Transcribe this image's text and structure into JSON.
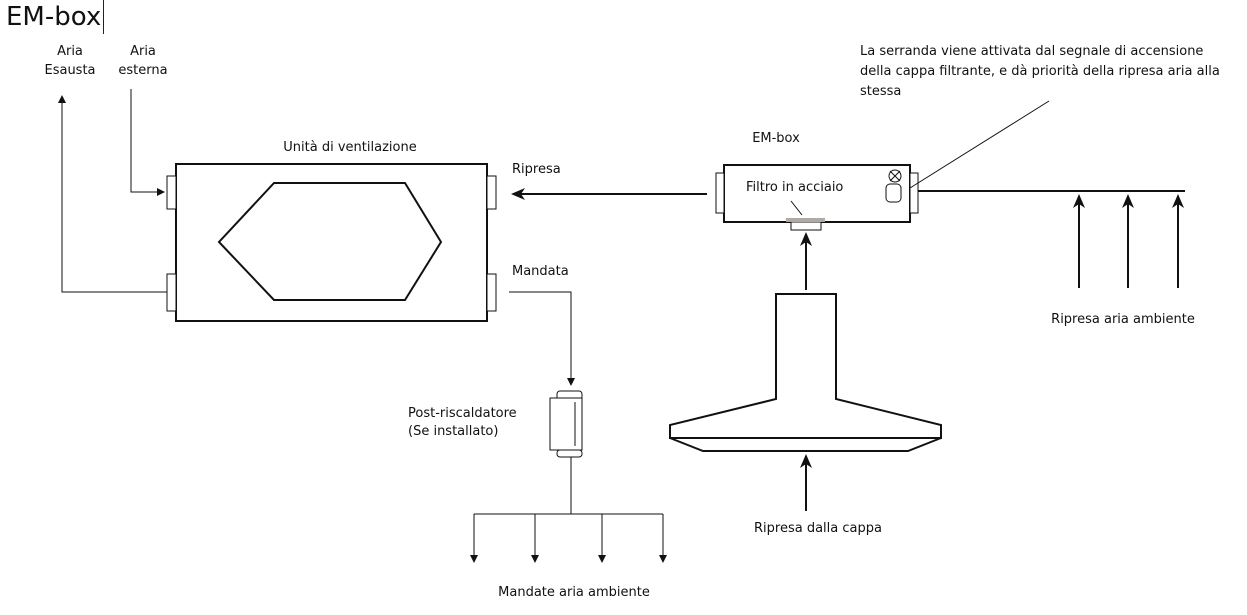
{
  "page": {
    "title": "EM-box"
  },
  "labels": {
    "aria_esausta": [
      "Aria",
      "Esausta"
    ],
    "aria_esterna": [
      "Aria",
      "esterna"
    ],
    "unita": "Unità di ventilazione",
    "ripresa": "Ripresa",
    "mandata": "Mandata",
    "embox": "EM-box",
    "filtro": "Filtro in acciaio",
    "note": [
      "La serranda viene attivata dal segnale di accensione",
      "della cappa filtrante, e dà priorità della ripresa aria alla",
      "stessa"
    ],
    "ripresa_ambiente": "Ripresa aria ambiente",
    "post_risc": [
      "Post-riscaldatore",
      "(Se installato)"
    ],
    "ripresa_cappa": "Ripresa dalla cappa",
    "mandate_ambiente": "Mandate aria ambiente"
  }
}
